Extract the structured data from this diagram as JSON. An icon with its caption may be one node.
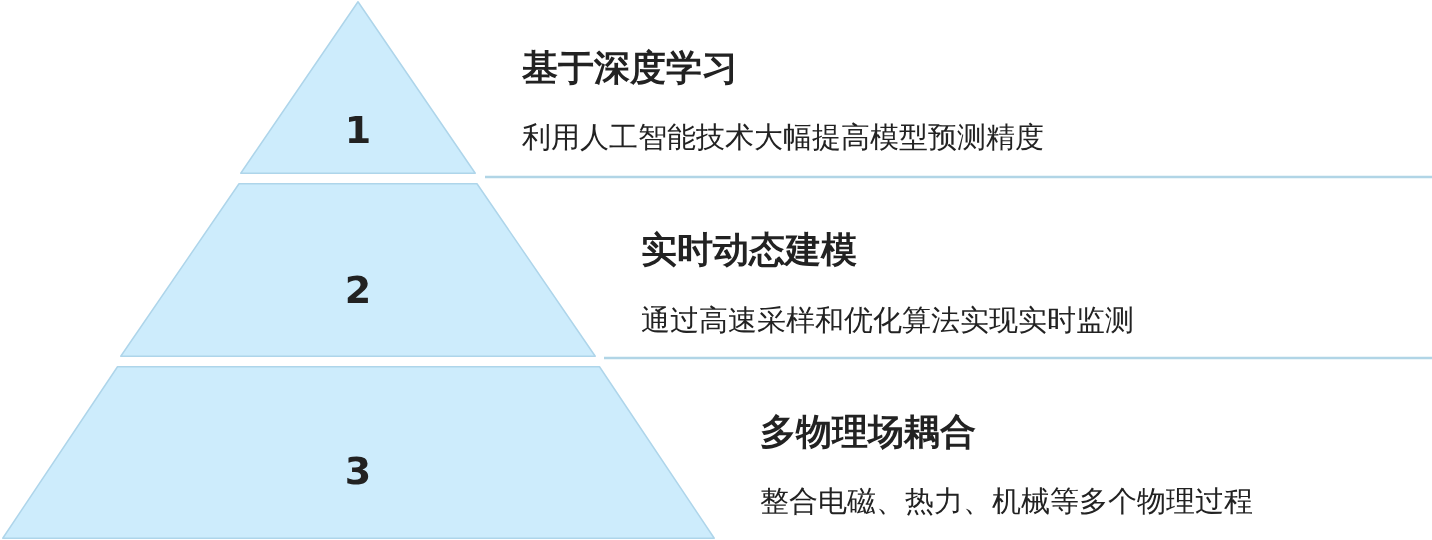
{
  "diagram": {
    "nodes": [
      {
        "text": [
          "1"
        ],
        "beside": [
          "基于深度学习",
          "利用人工智能技术大幅提高模型预测精度"
        ]
      },
      {
        "text": [
          "2"
        ],
        "beside": [
          "实时动态建模",
          "通过高速采样和优化算法实现实时监测"
        ]
      },
      {
        "text": [
          "3"
        ],
        "beside": [
          "多物理场耦合",
          "整合电磁、热力、机械等多个物理过程"
        ]
      }
    ]
  }
}
